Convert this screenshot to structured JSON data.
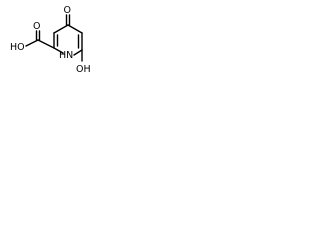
{
  "molecule": {
    "atoms": {
      "keto_oxygen": "O",
      "carboxyl_oxygen": "O",
      "carboxyl_hydroxyl": "HO",
      "ring_nitrogen": "HN",
      "ring_hydroxyl": "OH"
    },
    "colors": {
      "bond": "#000000",
      "label": "#000000",
      "background": "#ffffff"
    }
  }
}
